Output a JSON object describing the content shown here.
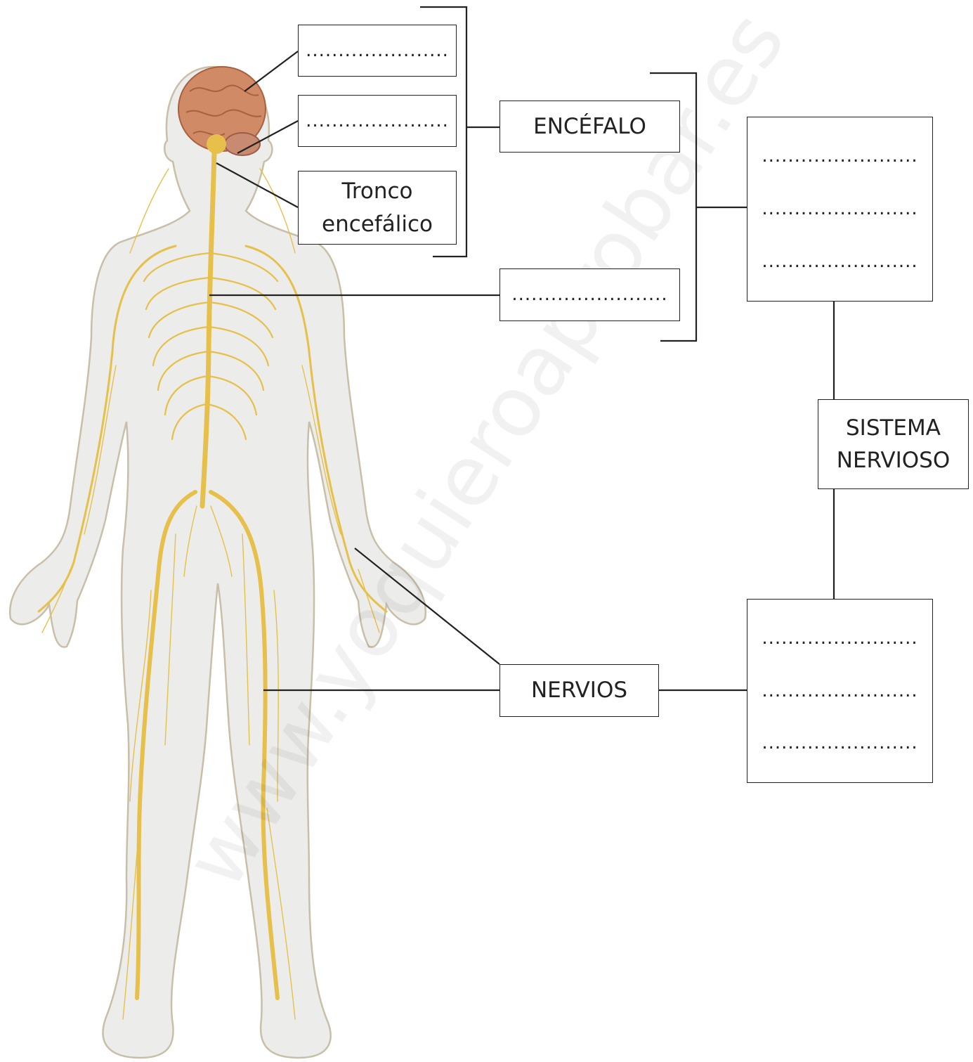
{
  "blanks": {
    "cerebro": "......................",
    "cerebelo": "......................",
    "medula": "........................",
    "central": [
      "........................",
      "........................",
      "........................"
    ],
    "periferico": [
      "........................",
      "........................",
      "........................"
    ]
  },
  "labels": {
    "tronco": "Tronco encefálico",
    "encefalo": "ENCÉFALO",
    "sistema": "SISTEMA NERVIOSO",
    "nervios": "NERVIOS"
  },
  "watermark": "www.yoquieroaprobar.es",
  "colors": {
    "nerve": "#e6c04a",
    "body_fill": "#ececea",
    "body_stroke": "#c9bfa8",
    "brain": "#d08a66",
    "line": "#222222"
  }
}
